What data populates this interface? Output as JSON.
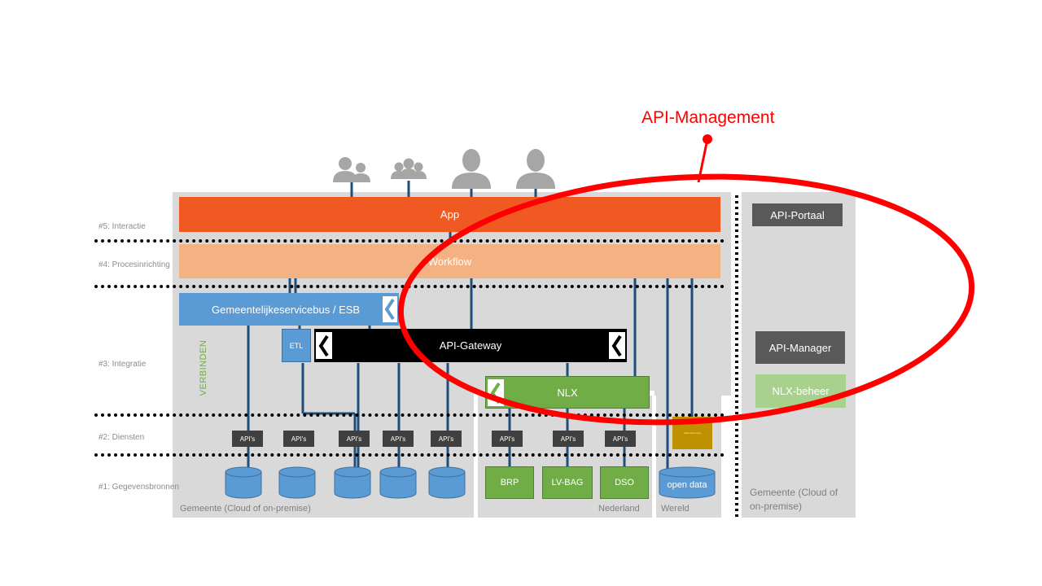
{
  "annotation": {
    "title": "API-Management",
    "color": "#ff0000"
  },
  "layers": {
    "l5": "#5: Interactie",
    "l4": "#4: Procesinrichting",
    "l3": "#3: Integratie",
    "l2": "#2: Diensten",
    "l1": "#1: Gegevensbronnen"
  },
  "blocks": {
    "app": "App",
    "workflow": "Workflow",
    "esb": "Gemeentelijkeservicebus / ESB",
    "etl": "ETL",
    "gateway": "API-Gateway",
    "nlx": "NLX",
    "verbinden": "VERBINDEN"
  },
  "right_panel": {
    "portaal": "API-Portaal",
    "manager": "API-Manager",
    "nlx_beheer": "NLX-beheer",
    "caption": "Gemeente (Cloud of on-premise)"
  },
  "apis": [
    "API's",
    "API's",
    "API's",
    "API's",
    "API's",
    "API's",
    "API's",
    "API's"
  ],
  "nl_sources": [
    "BRP",
    "LV-BAG",
    "DSO"
  ],
  "world": {
    "source": "open data",
    "service_badge": "Websiteviewing"
  },
  "zones": {
    "gemeente": "Gemeente  (Cloud of on-premise)",
    "nederland": "Nederland",
    "wereld": "Wereld"
  },
  "colors": {
    "app": "#f05a22",
    "workflow": "#f4b183",
    "esb": "#5b9bd5",
    "gateway": "#000000",
    "nlx": "#70ad47",
    "nlx_beheer": "#a9d18e",
    "cylinder": "#5b9bd5",
    "connector": "#1f4e79",
    "person": "#a6a6a6"
  }
}
